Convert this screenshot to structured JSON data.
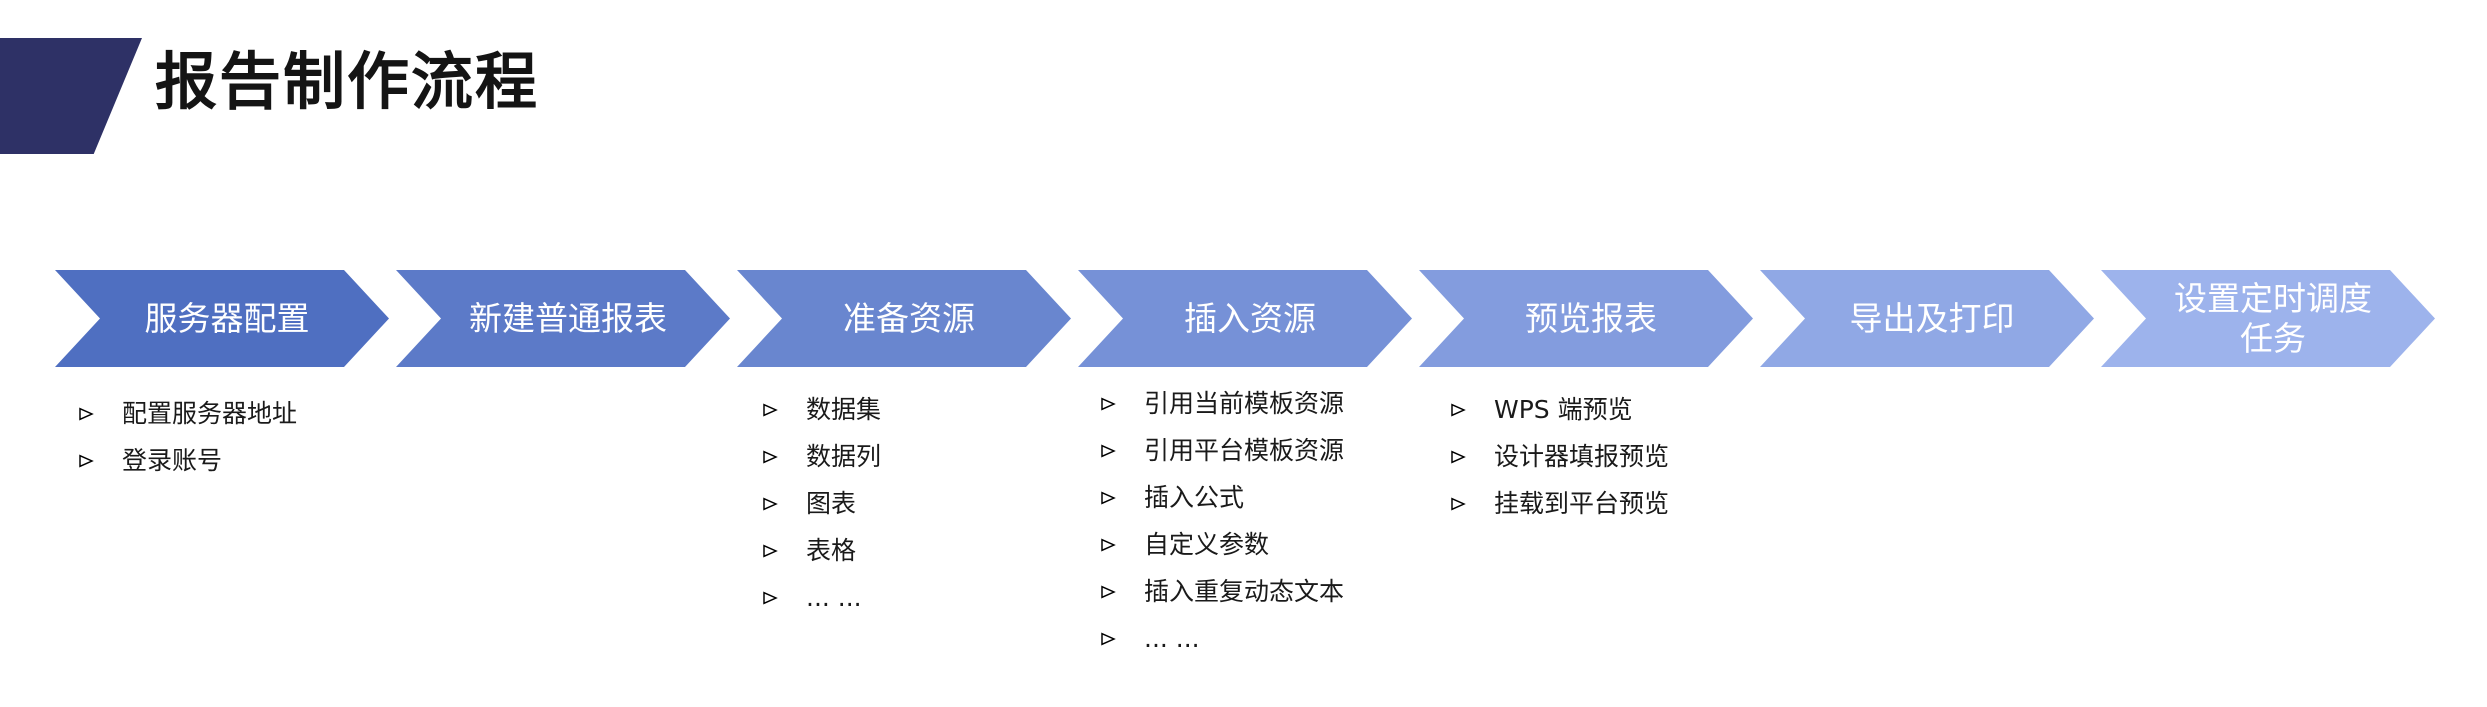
{
  "page": {
    "title": "报告制作流程"
  },
  "flow": {
    "steps": [
      {
        "label": "服务器配置",
        "color": "#4F6FC1"
      },
      {
        "label": "新建普通报表",
        "color": "#5C7AC8"
      },
      {
        "label": "准备资源",
        "color": "#6986CF"
      },
      {
        "label": "插入资源",
        "color": "#7691D7"
      },
      {
        "label": "预览报表",
        "color": "#839CDE"
      },
      {
        "label": "导出及打印",
        "color": "#90A8E5"
      },
      {
        "label": "设置定时调度任务",
        "color": "#9DB3EC"
      }
    ]
  },
  "lists": [
    {
      "step": "服务器配置",
      "items": [
        "配置服务器地址",
        "登录账号"
      ]
    },
    {
      "step": "准备资源",
      "items": [
        "数据集",
        "数据列",
        "图表",
        "表格",
        "... ..."
      ]
    },
    {
      "step": "插入资源",
      "items": [
        "引用当前模板资源",
        "引用平台模板资源",
        "插入公式",
        "自定义参数",
        "插入重复动态文本",
        "... ..."
      ]
    },
    {
      "step": "预览报表",
      "items": [
        "WPS 端预览",
        "设计器填报预览",
        "挂载到平台预览"
      ]
    }
  ],
  "colors": {
    "header_accent": "#2e3166",
    "title_text": "#141414",
    "step_text": "#ffffff"
  }
}
